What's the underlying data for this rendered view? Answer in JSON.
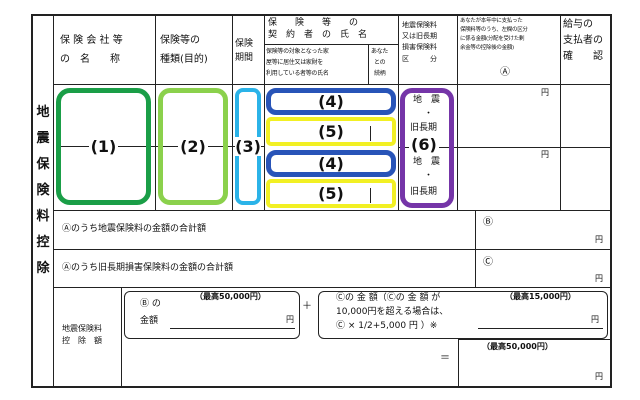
{
  "side_title": [
    "地",
    "震",
    "保",
    "険",
    "料",
    "控",
    "除"
  ],
  "headers": {
    "company": [
      "保 険 会 社 等",
      "の　名　　称"
    ],
    "kind": [
      "保険等の",
      "種類(目的)"
    ],
    "period": [
      "保険",
      "期間"
    ],
    "contractor": [
      "保　　険　　等　　の",
      "契　約　者　の　氏　名"
    ],
    "contractor_sub": [
      "保険等の対象となった家",
      "屋等に居住又は家財を",
      "利用している者等の氏名"
    ],
    "relation": [
      "あなた",
      "との",
      "続柄"
    ],
    "category": [
      "地震保険料",
      "又は旧長期",
      "損害保険料",
      "区　　　分"
    ],
    "amount": [
      "あなたが本年中に支払った",
      "保険料等のうち、左欄の区分",
      "に係る金額(分配を受けた剰",
      "余金等の控除後の金額)"
    ],
    "amount_mark": "Ⓐ",
    "confirm": [
      "給与の",
      "支払者の",
      "確　　認"
    ]
  },
  "yen": "円",
  "markers": {
    "m1": "(1)",
    "m2": "(2)",
    "m3": "(3)",
    "m4a": "(4)",
    "m5a": "(5)",
    "m4b": "(4)",
    "m5b": "(5)",
    "m6": "(6)"
  },
  "category_cells": {
    "row1": [
      "地　震",
      "・",
      "旧長期"
    ],
    "row2": [
      "地　震",
      "・",
      "旧長期"
    ]
  },
  "totals": {
    "earthquake_label": "Ⓐのうち地震保険料の金額の合計額",
    "earthquake_mark": "Ⓑ",
    "old_label": "Ⓐのうち旧長期損害保険料の金額の合計額",
    "old_mark": "Ⓒ"
  },
  "deduction": {
    "label": [
      "地震保険料",
      "控　除　額"
    ],
    "b_part": [
      "Ⓑ の",
      "金額"
    ],
    "b_max": "（最高50,000円）",
    "plus": "＋",
    "c_part": [
      "Ⓒの 金 額（Ⓒの 金 額 が",
      "10,000円を超える場合は、",
      "Ⓒ × 1/2+5,000 円 ）※"
    ],
    "c_max": "（最高15,000円）",
    "equals": "＝",
    "total_max": "（最高50,000円）"
  }
}
